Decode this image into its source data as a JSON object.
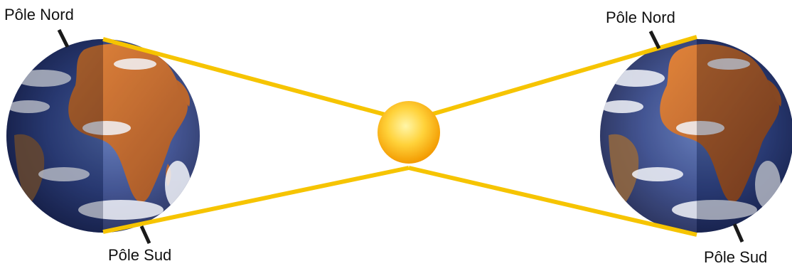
{
  "labels": {
    "left_north": "Pôle Nord",
    "left_south": "Pôle Sud",
    "right_north": "Pôle Nord",
    "right_south": "Pôle Sud"
  },
  "colors": {
    "sun_rays": "#f6c400",
    "sun_core": "#ffe45c",
    "sun_edge": "#f4a400",
    "ocean": "#2f3f7e",
    "land": "#c9651c",
    "night_shade": "#0c1533",
    "tick": "#1a1a1a"
  },
  "icons": {
    "left_globe": "earth-globe-icon",
    "right_globe": "earth-globe-icon",
    "sun": "sun-icon"
  }
}
